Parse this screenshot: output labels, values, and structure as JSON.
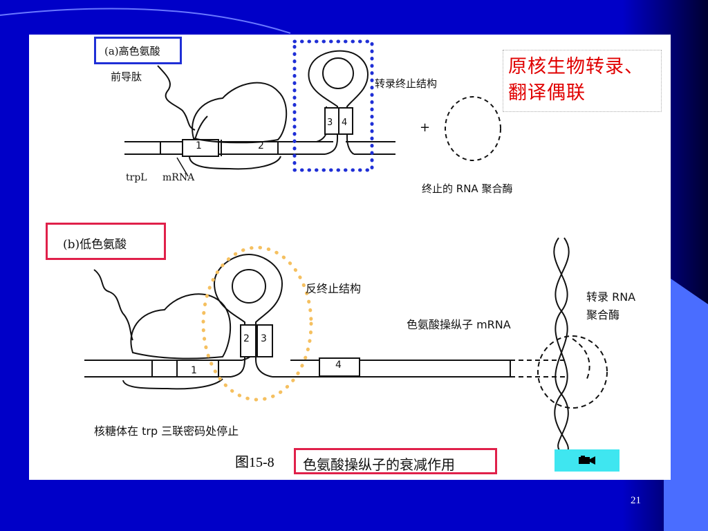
{
  "colors": {
    "background": "#0000c8",
    "accent_blue": "#1f2fd6",
    "accent_red": "#e0204a",
    "note_text": "#e00000"
  },
  "panel_a": {
    "title": "(a)高色氨酸",
    "leader_peptide": "前导肽",
    "mrna_label_1": "trpL",
    "mrna_label_2": "mRNA",
    "terminator_label": "转录终止结构",
    "plus_sign": "+",
    "rnap_label": "终止的 RNA 聚合酶",
    "region_1": "1",
    "region_2": "2",
    "region_3": "3",
    "region_4": "4"
  },
  "panel_b": {
    "title": "(b)低色氨酸",
    "antiterminator_label": "反终止结构",
    "operon_mrna": "色氨酸操纵子 mRNA",
    "rnap_line1": "转录 RNA",
    "rnap_line2": "聚合酶",
    "ribosome_stall": "核糖体在 trp 三联密码处停止",
    "region_1": "1",
    "region_2": "2",
    "region_3": "3",
    "region_4": "4"
  },
  "note": {
    "line1": "原核生物转录、",
    "line2": "翻译偶联"
  },
  "caption": {
    "figure_number": "图15-8",
    "title": "色氨酸操纵子的衰减作用"
  },
  "video_button": {
    "icon": "camera-icon"
  },
  "slide_number": "21"
}
